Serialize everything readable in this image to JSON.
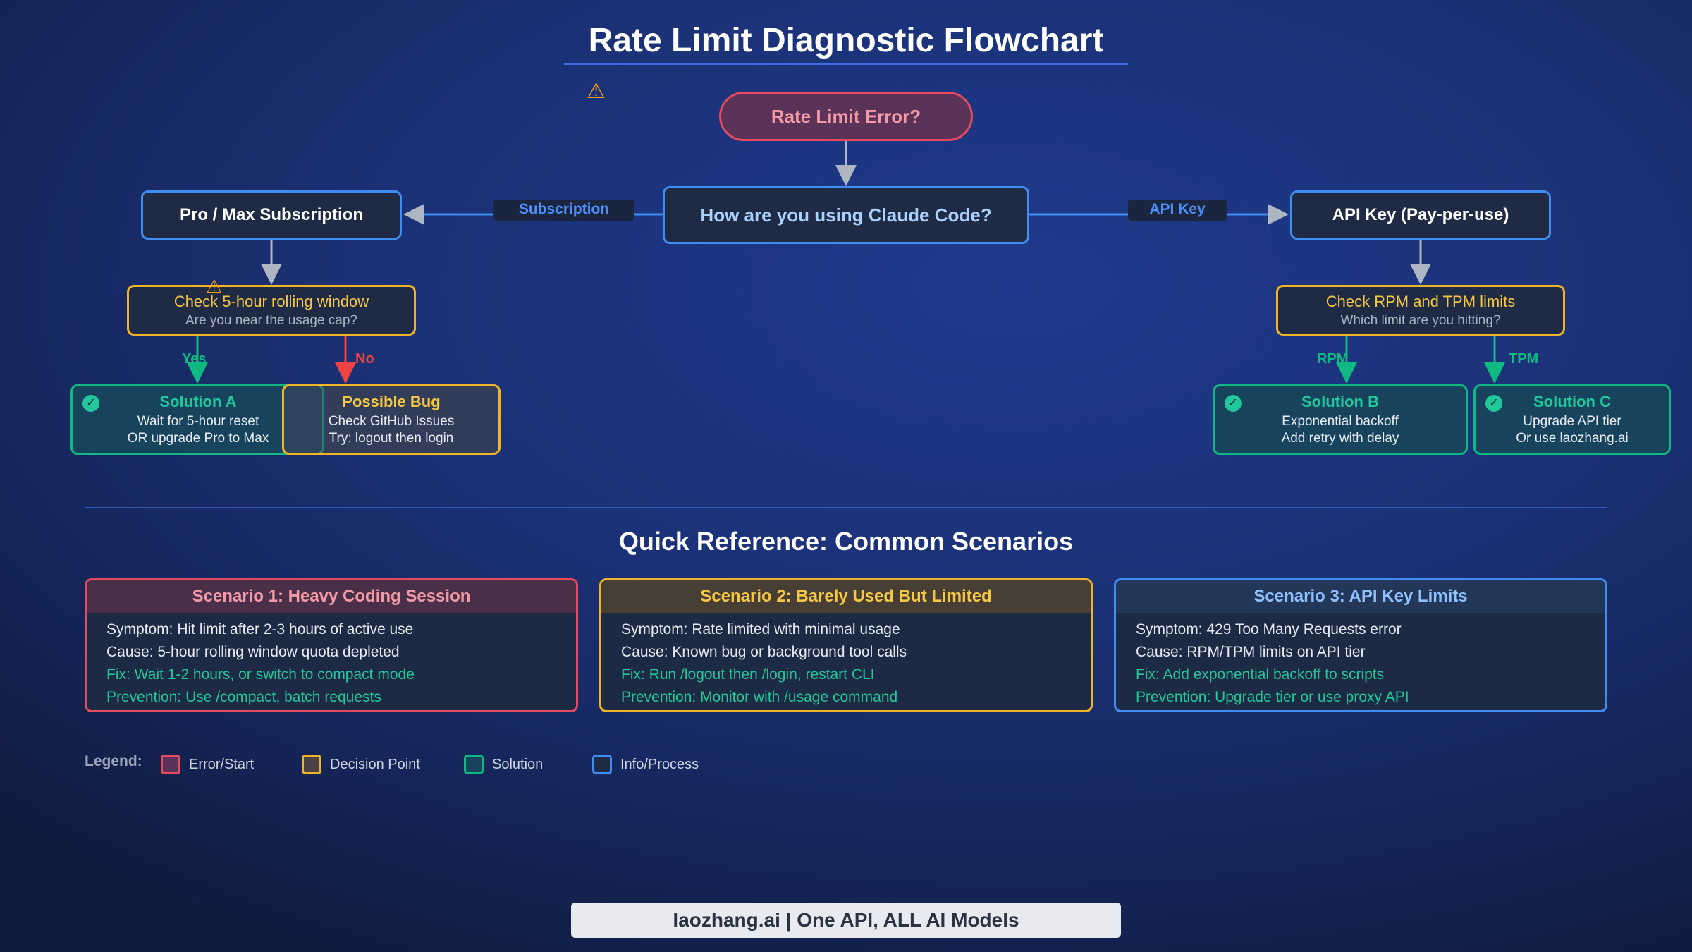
{
  "title": "Rate Limit Diagnostic Flowchart",
  "colors": {
    "background": "#1b3176",
    "error": "#e54a5e",
    "decision": "#f0b429",
    "solution": "#10b981",
    "info": "#3f8cf2"
  },
  "flowchart": {
    "start": {
      "label": "Rate Limit Error?",
      "icon": "warning-icon"
    },
    "question": {
      "label": "How are you using Claude Code?"
    },
    "edges": {
      "subscription": "Subscription",
      "api_key": "API Key",
      "yes": "Yes",
      "no": "No",
      "rpm": "RPM",
      "tpm": "TPM"
    },
    "pro_max": {
      "label": "Pro / Max Subscription"
    },
    "api_payg": {
      "label": "API Key (Pay-per-use)"
    },
    "check_window": {
      "title": "Check 5-hour rolling window",
      "subtitle": "Are you near the usage cap?",
      "icon": "warning-icon"
    },
    "check_rpm": {
      "title": "Check RPM and TPM limits",
      "subtitle": "Which limit are you hitting?"
    },
    "solution_a": {
      "title": "Solution A",
      "line1": "Wait for 5-hour reset",
      "line2": "OR upgrade Pro to Max",
      "icon": "check-circle-icon"
    },
    "possible_bug": {
      "title": "Possible Bug",
      "line1": "Check GitHub Issues",
      "line2": "Try: logout then login"
    },
    "solution_b": {
      "title": "Solution B",
      "line1": "Exponential backoff",
      "line2": "Add retry with delay",
      "icon": "check-circle-icon"
    },
    "solution_c": {
      "title": "Solution C",
      "line1": "Upgrade API tier",
      "line2": "Or use laozhang.ai",
      "icon": "check-circle-icon"
    }
  },
  "quick_reference": {
    "title": "Quick Reference: Common Scenarios",
    "scenarios": [
      {
        "title": "Scenario 1: Heavy Coding Session",
        "symptom": "Symptom: Hit limit after 2-3 hours of active use",
        "cause": "Cause: 5-hour rolling window quota depleted",
        "fix": "Fix: Wait 1-2 hours, or switch to compact mode",
        "prevention": "Prevention: Use /compact, batch requests"
      },
      {
        "title": "Scenario 2: Barely Used But Limited",
        "symptom": "Symptom: Rate limited with minimal usage",
        "cause": "Cause: Known bug or background tool calls",
        "fix": "Fix: Run /logout then /login, restart CLI",
        "prevention": "Prevention: Monitor with /usage command"
      },
      {
        "title": "Scenario 3: API Key Limits",
        "symptom": "Symptom: 429 Too Many Requests error",
        "cause": "Cause: RPM/TPM limits on API tier",
        "fix": "Fix: Add exponential backoff to scripts",
        "prevention": "Prevention: Upgrade tier or use proxy API"
      }
    ]
  },
  "legend": {
    "label": "Legend:",
    "items": [
      "Error/Start",
      "Decision Point",
      "Solution",
      "Info/Process"
    ]
  },
  "footer": "laozhang.ai | One API, ALL AI Models"
}
